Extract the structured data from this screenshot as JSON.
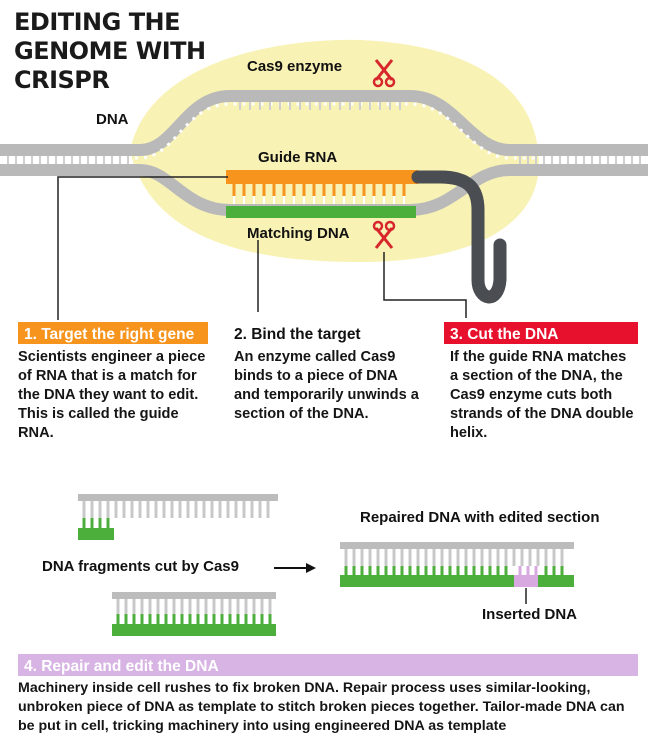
{
  "title": "EDITING THE GENOME WITH CRISPR",
  "labels": {
    "cas9": "Cas9 enzyme",
    "dna": "DNA",
    "guide_rna": "Guide RNA",
    "matching_dna": "Matching DNA",
    "fragments": "DNA fragments cut by Cas9",
    "repaired": "Repaired DNA with edited section",
    "inserted": "Inserted DNA"
  },
  "steps": [
    {
      "heading": "1. Target the right gene",
      "color": "#f7941d",
      "text": "Scientists engineer a piece of RNA that is a match for the DNA they want to edit. This is called the guide RNA."
    },
    {
      "heading": "2. Bind the target",
      "color": "#ffffff",
      "text": "An enzyme called Cas9 binds to a piece of DNA and temporarily unwinds a section of the DNA."
    },
    {
      "heading": "3. Cut the DNA",
      "color": "#e8112d",
      "text": "If the guide RNA matches a section of the DNA, the Cas9 enzyme cuts both strands of the DNA double helix."
    }
  ],
  "repair": {
    "heading": "4. Repair and edit the DNA",
    "color": "#d7b4e4",
    "text": "Machinery inside cell rushes to fix broken DNA. Repair process uses similar-looking, unbroken piece of DNA as template to stitch broken pieces together. Tailor-made DNA can be put in cell, tricking machinery into using engineered DNA as template"
  },
  "colors": {
    "enzyme": "#f8f2b4",
    "dna_strand": "#b9b9b9",
    "guide_rna": "#f7941d",
    "guide_tail": "#4a4d52",
    "matching_dna": "#4caf3c",
    "inserted_dna": "#d8a8e0",
    "scissors": "#d7262c"
  },
  "icons": [
    "scissors-icon",
    "arrow-right-icon"
  ]
}
